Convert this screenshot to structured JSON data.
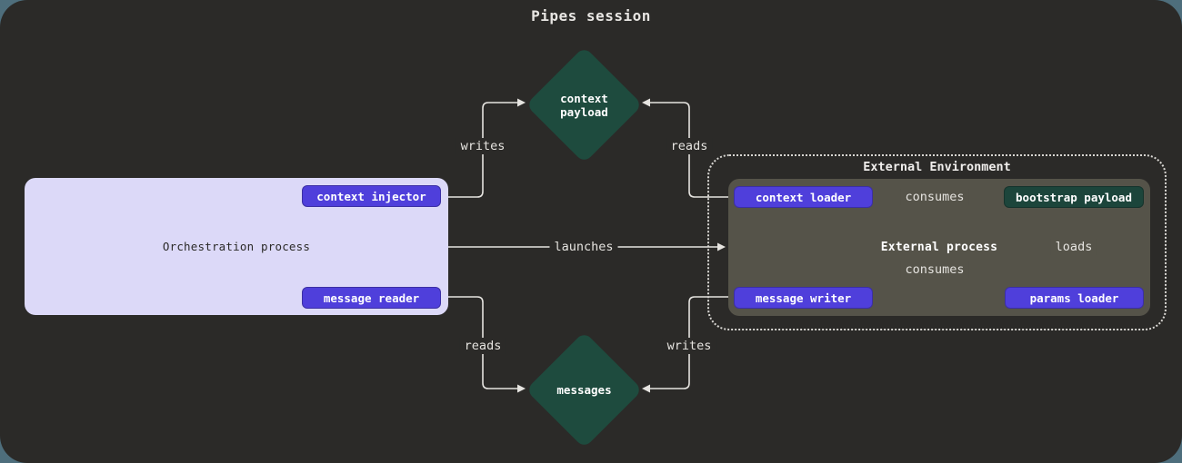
{
  "title": "Pipes session",
  "colors": {
    "page_bg": "#4e6e7c",
    "canvas_bg": "#2b2a28",
    "accent_purple": "#4f3fdb",
    "node_green": "#1e4b3e",
    "orchestration_bg": "#dcd9f8",
    "external_process_bg": "#555349",
    "line": "#e6e4e0"
  },
  "nodes": {
    "context_payload": {
      "line1": "context",
      "line2": "payload"
    },
    "messages": {
      "label": "messages"
    },
    "orchestration": {
      "label": "Orchestration process",
      "context_injector": "context injector",
      "message_reader": "message reader"
    },
    "external_environment": {
      "label": "External Environment",
      "external_process": {
        "label": "External process",
        "context_loader": "context loader",
        "bootstrap_payload": "bootstrap payload",
        "message_writer": "message writer",
        "params_loader": "params loader"
      }
    }
  },
  "edges": {
    "writes_top": "writes",
    "reads_top": "reads",
    "launches": "launches",
    "reads_bottom": "reads",
    "writes_bottom": "writes",
    "consumes_top": "consumes",
    "consumes_bottom": "consumes",
    "loads": "loads"
  }
}
